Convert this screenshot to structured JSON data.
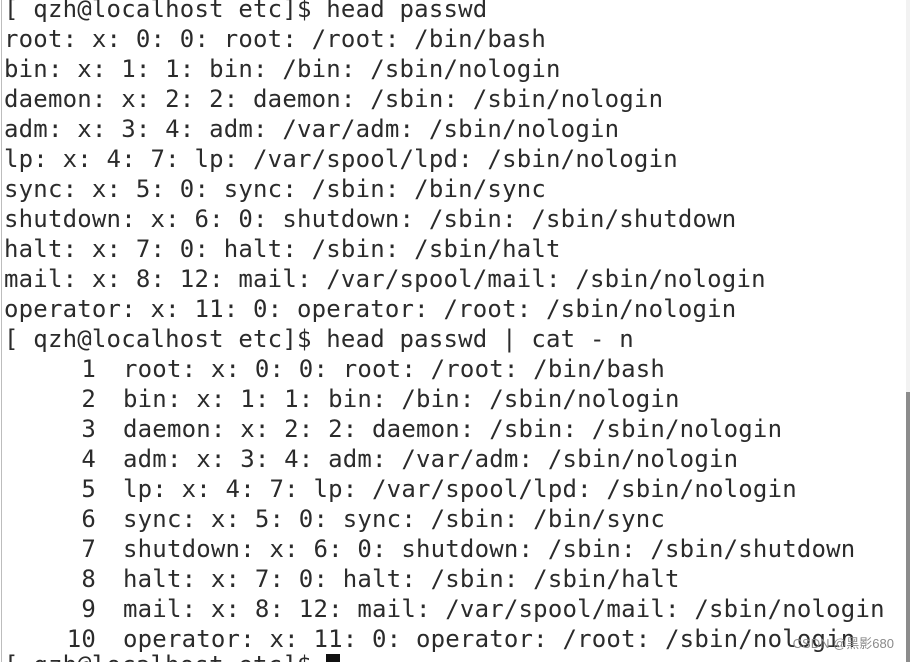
{
  "terminal": {
    "first_prompt": "[ qzh@localhost etc]$ head passwd",
    "first_output": [
      "root: x: 0: 0: root: /root: /bin/bash",
      "bin: x: 1: 1: bin: /bin: /sbin/nologin",
      "daemon: x: 2: 2: daemon: /sbin: /sbin/nologin",
      "adm: x: 3: 4: adm: /var/adm: /sbin/nologin",
      "lp: x: 4: 7: lp: /var/spool/lpd: /sbin/nologin",
      "sync: x: 5: 0: sync: /sbin: /bin/sync",
      "shutdown: x: 6: 0: shutdown: /sbin: /sbin/shutdown",
      "halt: x: 7: 0: halt: /sbin: /sbin/halt",
      "mail: x: 8: 12: mail: /var/spool/mail: /sbin/nologin",
      "operator: x: 11: 0: operator: /root: /sbin/nologin"
    ],
    "second_prompt": "[ qzh@localhost etc]$ head passwd | cat - n",
    "numbered_output": [
      {
        "n": "1",
        "text": "root: x: 0: 0: root: /root: /bin/bash"
      },
      {
        "n": "2",
        "text": "bin: x: 1: 1: bin: /bin: /sbin/nologin"
      },
      {
        "n": "3",
        "text": "daemon: x: 2: 2: daemon: /sbin: /sbin/nologin"
      },
      {
        "n": "4",
        "text": "adm: x: 3: 4: adm: /var/adm: /sbin/nologin"
      },
      {
        "n": "5",
        "text": "lp: x: 4: 7: lp: /var/spool/lpd: /sbin/nologin"
      },
      {
        "n": "6",
        "text": "sync: x: 5: 0: sync: /sbin: /bin/sync"
      },
      {
        "n": "7",
        "text": "shutdown: x: 6: 0: shutdown: /sbin: /sbin/shutdown"
      },
      {
        "n": "8",
        "text": "halt: x: 7: 0: halt: /sbin: /sbin/halt"
      },
      {
        "n": "9",
        "text": "mail: x: 8: 12: mail: /var/spool/mail: /sbin/nologin"
      },
      {
        "n": "10",
        "text": "operator: x: 11: 0: operator: /root: /sbin/nologin"
      }
    ],
    "current_prompt": "[ qzh@localhost etc]$ "
  },
  "watermark": "CSDN @黑影680",
  "colors": {
    "background": "#ffffff",
    "text": "#2b2b2b",
    "cursor": "#111111"
  }
}
